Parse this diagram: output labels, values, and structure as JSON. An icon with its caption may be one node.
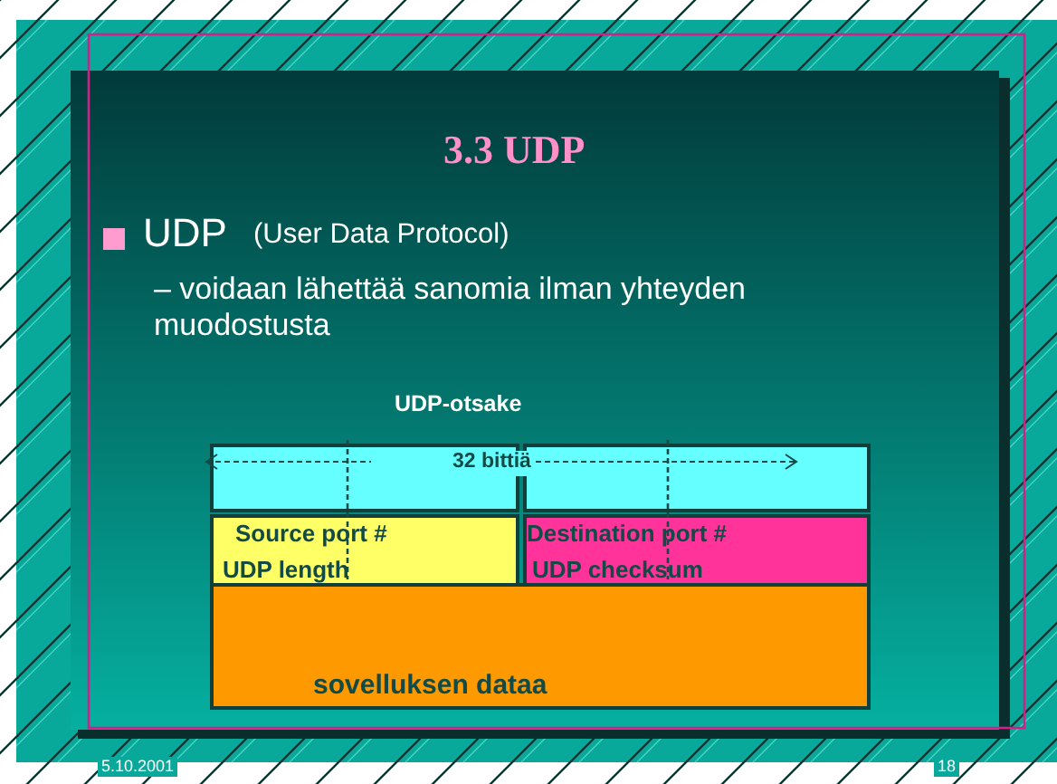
{
  "diagram": {
    "title": "3.3 UDP",
    "nodes": [
      {
        "text": [],
        "shape": "box"
      },
      {
        "text": [],
        "shape": "box"
      },
      {
        "text": [
          "Source port #",
          "UDP length"
        ]
      },
      {
        "text": [
          "Destination port #",
          "UDP checksum"
        ]
      },
      {
        "text": [
          "sovelluksen  dataa"
        ]
      }
    ],
    "edges": [],
    "labels": [
      "UDP",
      "(User Data Protocol)",
      "– voidaan lähettää sanomia ilman yhteyden muodostusta",
      "UDP-otsake",
      "32 bittiä",
      "5.10.2001",
      "18"
    ]
  }
}
